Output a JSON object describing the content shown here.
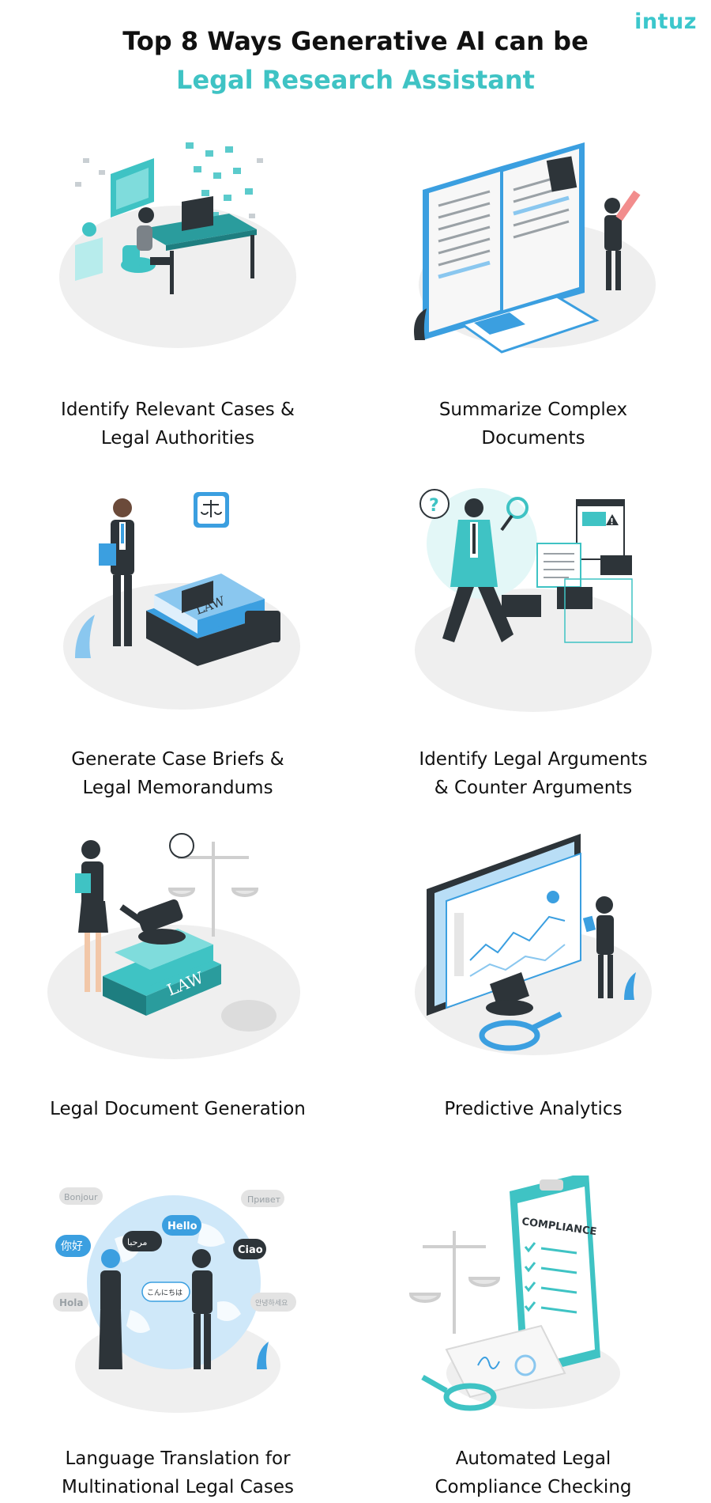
{
  "logo": "intuz",
  "title": {
    "line1": "Top 8 Ways Generative AI can be",
    "line2": "Legal Research Assistant"
  },
  "colors": {
    "accent": "#3fc3c4",
    "dark": "#2d3439",
    "blue": "#3b9fe0",
    "light_gray": "#efefef"
  },
  "items": [
    {
      "lines": [
        "Identify Relevant Cases &",
        "Legal Authorities"
      ],
      "icon": "office-worker-desk-icon"
    },
    {
      "lines": [
        "Summarize Complex",
        "Documents"
      ],
      "icon": "open-book-notes-icon"
    },
    {
      "lines": [
        "Generate Case Briefs &",
        "Legal Memorandums"
      ],
      "icon": "lawyer-law-books-icon"
    },
    {
      "lines": [
        "Identify Legal Arguments",
        "& Counter Arguments"
      ],
      "icon": "researcher-magnifier-icon"
    },
    {
      "lines": [
        "Legal Document Generation"
      ],
      "icon": "gavel-law-book-icon"
    },
    {
      "lines": [
        "Predictive Analytics"
      ],
      "icon": "analytics-monitor-icon"
    },
    {
      "lines": [
        "Language Translation for",
        "Multinational Legal Cases"
      ],
      "icon": "globe-translation-icon"
    },
    {
      "lines": [
        "Automated Legal",
        "Compliance Checking"
      ],
      "icon": "compliance-clipboard-icon"
    }
  ],
  "speech_bubbles": {
    "bonjour": "Bonjour",
    "privet": "Привет",
    "hello": "Hello",
    "nihao": "你好",
    "arabic": "مرحبا",
    "ciao": "Ciao",
    "hola": "Hola",
    "konnichiwa": "こんにちは",
    "annyeong": "안녕하세요"
  },
  "labels": {
    "law": "LAW",
    "compliance": "COMPLIANCE",
    "question": "?",
    "warning": "!"
  }
}
